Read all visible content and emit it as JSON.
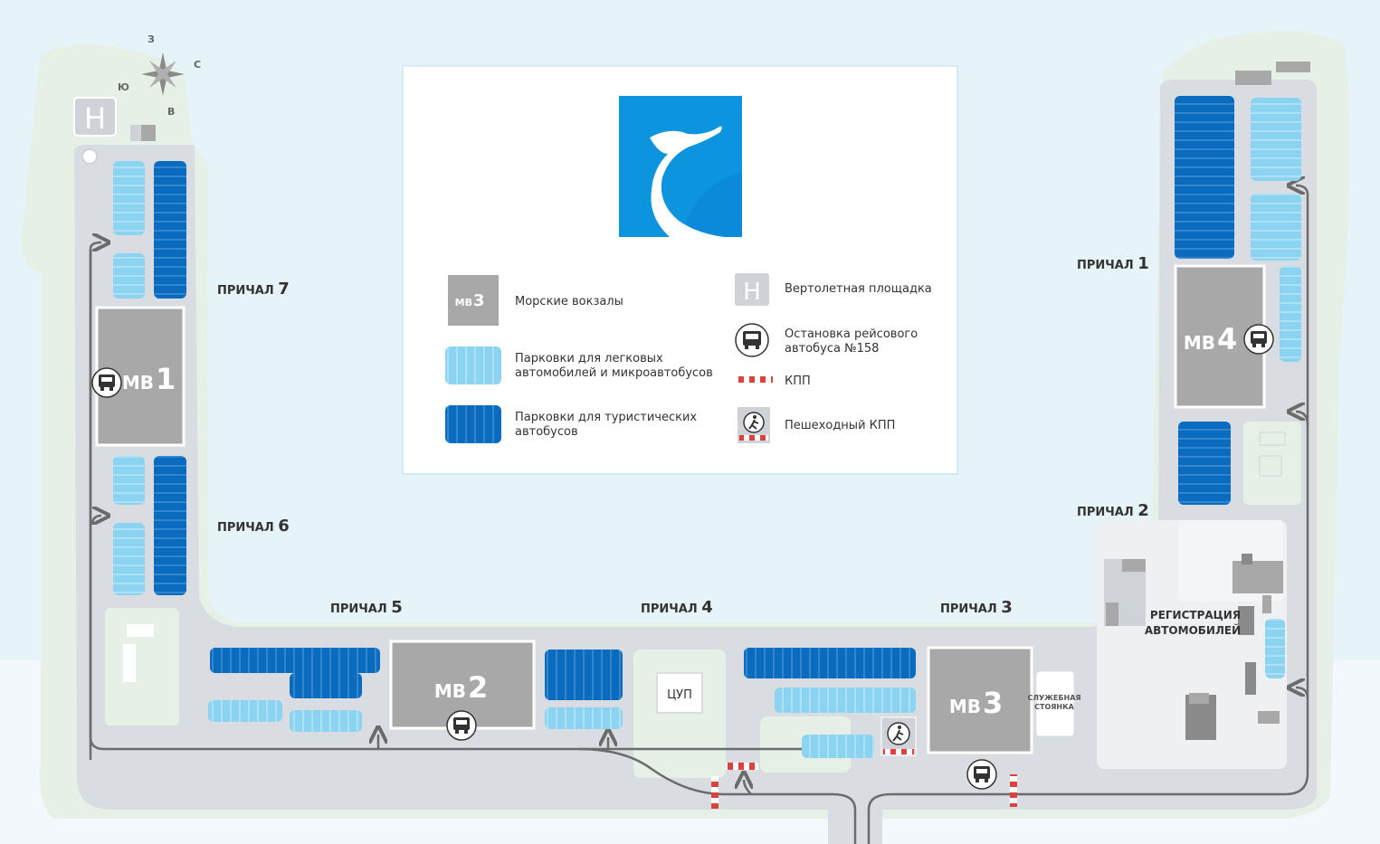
{
  "colors": {
    "sea": "#e6f3f8",
    "land": "#e6f0e6",
    "road": "#d9dde2",
    "terminal": "#a8a8a8",
    "car_parking": "#8bd3f0",
    "bus_parking": "#0a6bbf",
    "route": "#6b6b6b",
    "checkpoint_red": "#d9433b",
    "logo_blue": "#0a8ad8"
  },
  "compass": {
    "n": "З",
    "e": "С",
    "s": "В",
    "w": "Ю"
  },
  "helipad_letter": "H",
  "piers": [
    {
      "id": "pier-7",
      "word": "ПРИЧАЛ",
      "num": "7"
    },
    {
      "id": "pier-6",
      "word": "ПРИЧАЛ",
      "num": "6"
    },
    {
      "id": "pier-5",
      "word": "ПРИЧАЛ",
      "num": "5"
    },
    {
      "id": "pier-4",
      "word": "ПРИЧАЛ",
      "num": "4"
    },
    {
      "id": "pier-3",
      "word": "ПРИЧАЛ",
      "num": "3"
    },
    {
      "id": "pier-1",
      "word": "ПРИЧАЛ",
      "num": "1"
    },
    {
      "id": "pier-2",
      "word": "ПРИЧАЛ",
      "num": "2"
    }
  ],
  "terminals": [
    {
      "prefix": "МВ",
      "num": "1"
    },
    {
      "prefix": "МВ",
      "num": "2"
    },
    {
      "prefix": "МВ",
      "num": "3"
    },
    {
      "prefix": "МВ",
      "num": "4"
    }
  ],
  "labels": {
    "tsup": "ЦУП",
    "registration_line1": "РЕГИСТРАЦИЯ",
    "registration_line2": "АВТОМОБИЛЕЙ",
    "service_line1": "СЛУЖЕБНАЯ",
    "service_line2": "СТОЯНКА"
  },
  "legend": {
    "terminal_icon_prefix": "МВ",
    "terminal_icon_num": "3",
    "heli_icon_letter": "H",
    "items": [
      {
        "key": "terminals",
        "line1": "Морские вокзалы",
        "line2": ""
      },
      {
        "key": "car-parking",
        "line1": "Парковки для легковых",
        "line2": "автомобилей и микроавтобусов"
      },
      {
        "key": "bus-parking",
        "line1": "Парковки для туристических",
        "line2": "автобусов"
      },
      {
        "key": "helipad",
        "line1": "Вертолетная площадка",
        "line2": ""
      },
      {
        "key": "bus-stop",
        "line1": "Остановка рейсового",
        "line2": "автобуса №158"
      },
      {
        "key": "checkpoint",
        "line1": "КПП",
        "line2": ""
      },
      {
        "key": "pedestrian-checkpoint",
        "line1": "Пешеходный КПП",
        "line2": ""
      }
    ]
  }
}
